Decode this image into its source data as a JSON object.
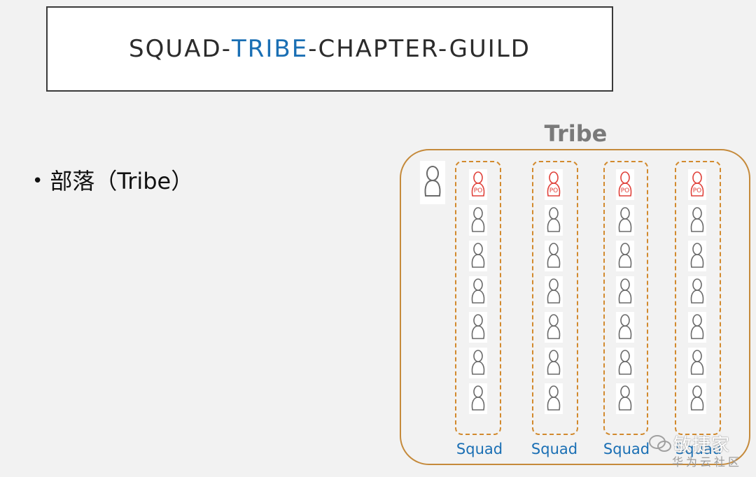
{
  "title": {
    "prefix": "SQUAD-",
    "highlight": "TRIBE",
    "suffix": "-CHAPTER-GUILD"
  },
  "bullet": {
    "marker": "•",
    "text": "部落（Tribe）"
  },
  "diagram": {
    "tribe_label": "Tribe",
    "po_badge": "PO",
    "squads": [
      {
        "label": "Squad",
        "members": 7
      },
      {
        "label": "Squad",
        "members": 7
      },
      {
        "label": "Squad",
        "members": 7
      },
      {
        "label": "Squad",
        "members": 7
      }
    ]
  },
  "watermark": {
    "main": "敏捷家",
    "sub": "华为云社区"
  },
  "colors": {
    "accent_blue": "#1a6fb4",
    "tribe_border": "#c58a3b",
    "squad_border": "#d28a2e",
    "po_red": "#e0413a",
    "person_gray": "#6a6a6a"
  }
}
